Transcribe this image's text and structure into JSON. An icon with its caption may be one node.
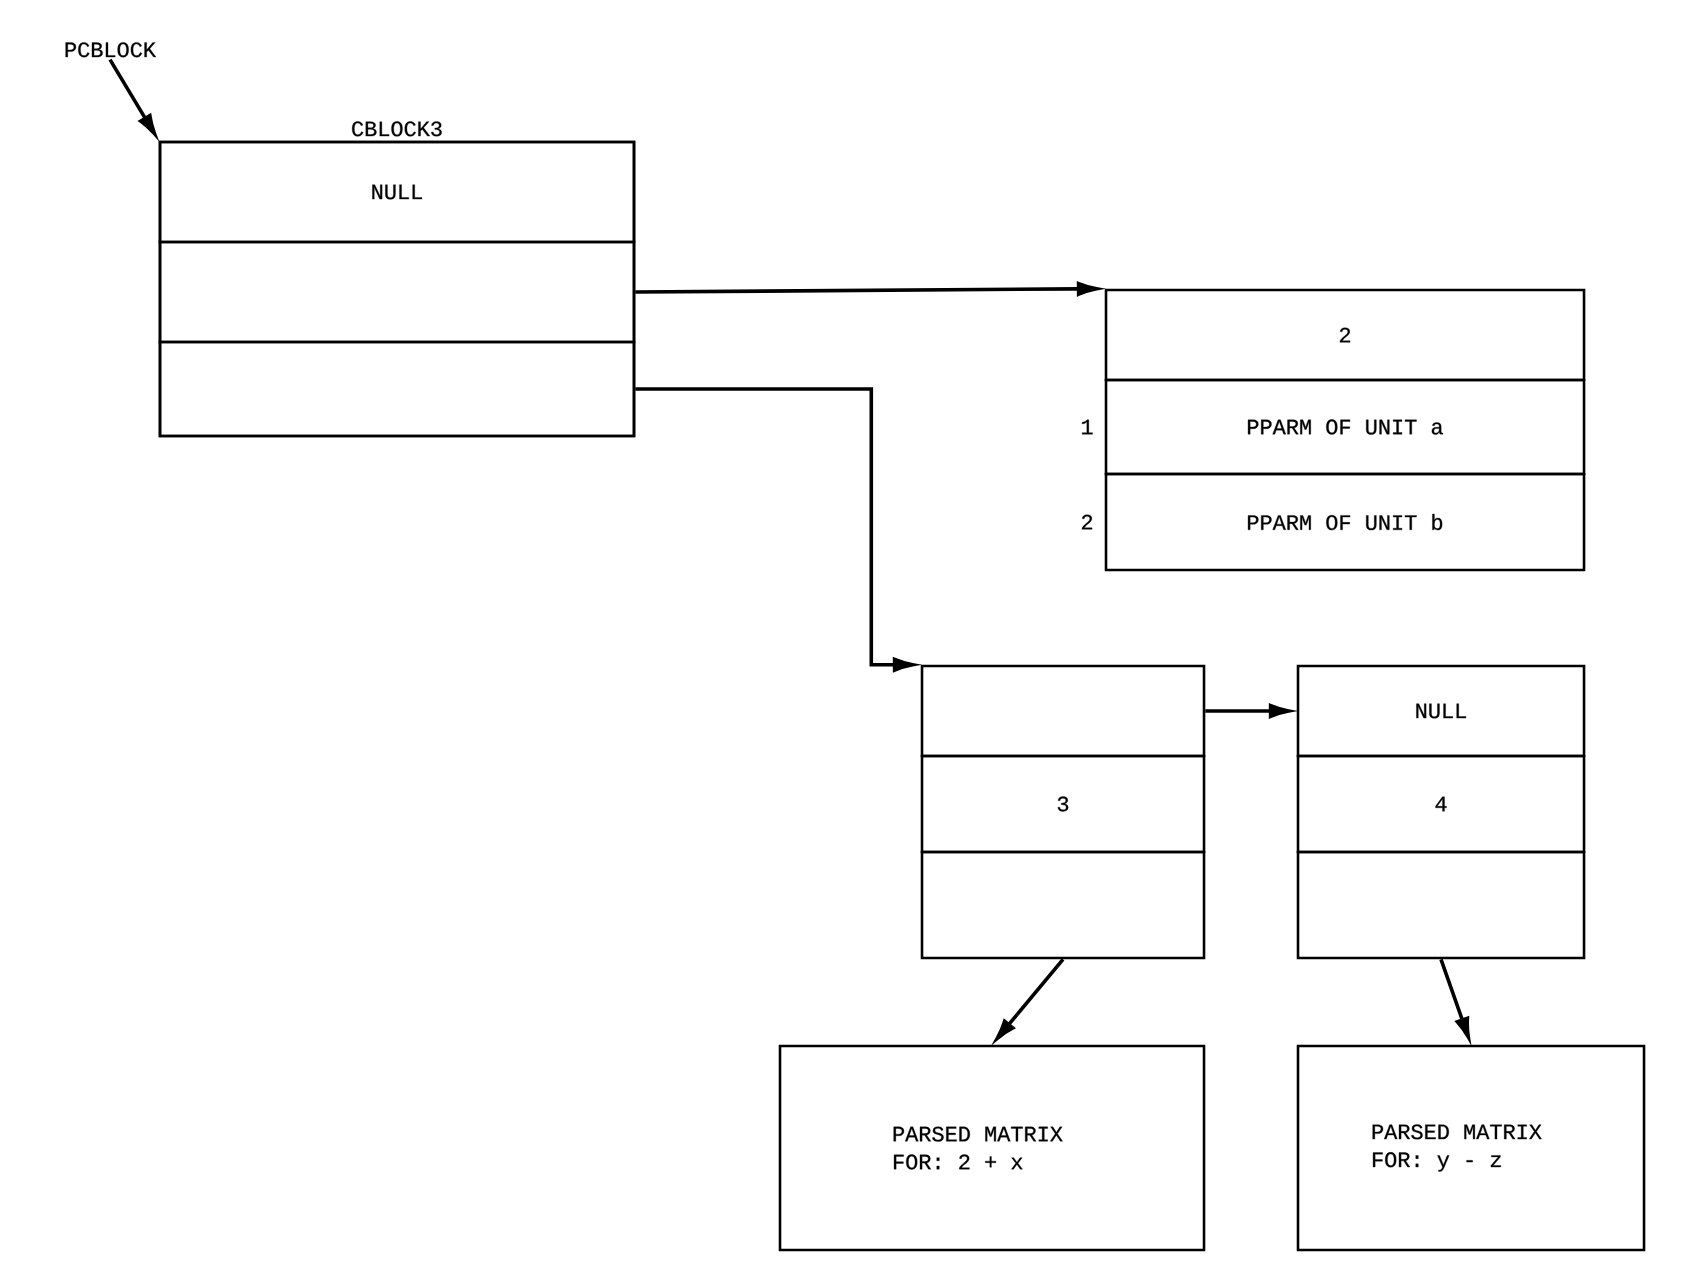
{
  "diagram": {
    "nodes": [
      {
        "text": [
          "PCBLOCK"
        ]
      },
      {
        "text": [
          "CBLOCK3"
        ]
      },
      {
        "text": [
          "NULL"
        ],
        "in": 1
      },
      {
        "text": [],
        "shape": "box",
        "in": 1
      },
      {
        "text": [],
        "shape": "box",
        "in": 1
      },
      {
        "text": [
          "2"
        ]
      },
      {
        "text": [
          "PPARM OF UNIT a"
        ],
        "beside": [
          "1"
        ]
      },
      {
        "text": [
          "PPARM OF UNIT b"
        ],
        "beside": [
          "2"
        ]
      },
      {
        "text": [],
        "shape": "box"
      },
      {
        "text": [
          "3"
        ]
      },
      {
        "text": [],
        "shape": "box"
      },
      {
        "text": [
          "NULL"
        ]
      },
      {
        "text": [
          "4"
        ]
      },
      {
        "text": [],
        "shape": "box"
      },
      {
        "text": [
          "PARSED MATRIX FOR: 2 + x"
        ]
      },
      {
        "text": [
          "PARSED MATRIX FOR: y - z"
        ]
      }
    ],
    "edges": [
      {
        "from": 0,
        "to": 1,
        "arrow": "to"
      },
      {
        "from": 3,
        "to": 5,
        "arrow": "to"
      },
      {
        "from": 4,
        "to": 8,
        "arrow": "to"
      },
      {
        "from": 8,
        "to": 11,
        "arrow": "to"
      },
      {
        "from": 10,
        "to": 14,
        "arrow": "to"
      },
      {
        "from": 13,
        "to": 15,
        "arrow": "to"
      }
    ]
  }
}
